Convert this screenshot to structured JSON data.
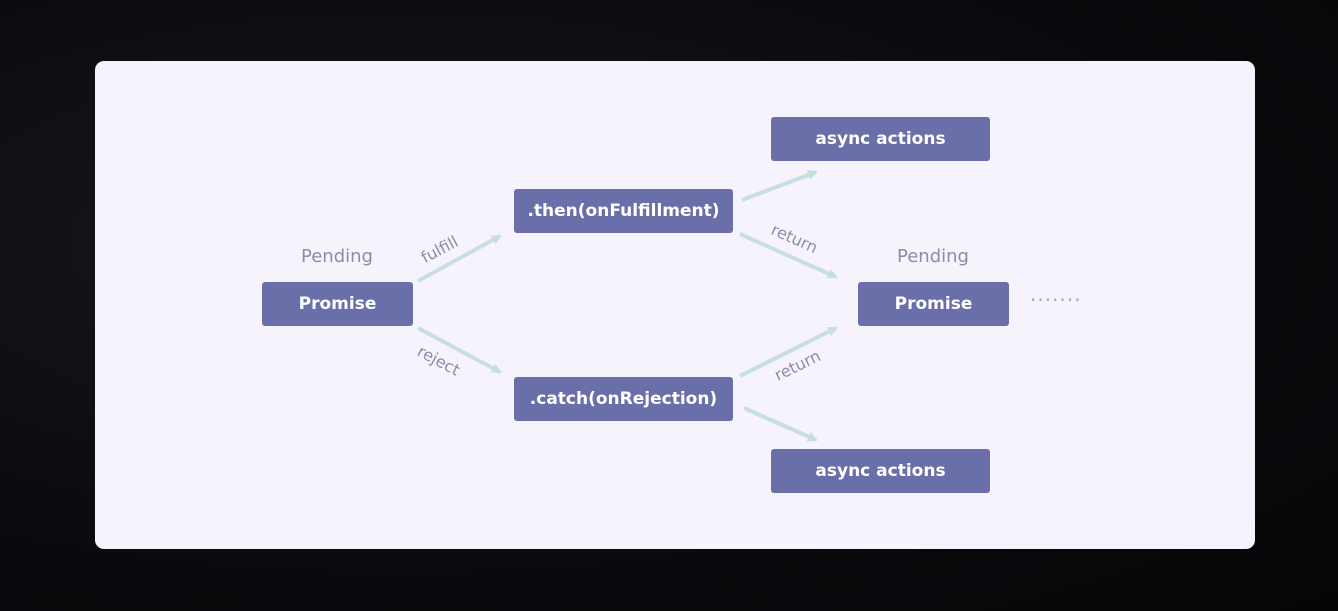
{
  "diagram": {
    "nodes": {
      "promise_left": "Promise",
      "then": ".then(onFulfillment)",
      "catch": ".catch(onRejection)",
      "async_top": "async actions",
      "async_bottom": "async actions",
      "promise_right": "Promise"
    },
    "state_labels": {
      "left": "Pending",
      "right": "Pending"
    },
    "edge_labels": {
      "fulfill": "fulfill",
      "reject": "reject",
      "return_top": "return",
      "return_bottom": "return"
    },
    "continuation": "·······",
    "colors": {
      "node_fill": "#6a6fa9",
      "node_text": "#ffffff",
      "arrow": "#c6dee4",
      "label_text": "#8a8ca8",
      "card_background": "#f7f3fd",
      "page_background": "#0b0b0f"
    }
  }
}
